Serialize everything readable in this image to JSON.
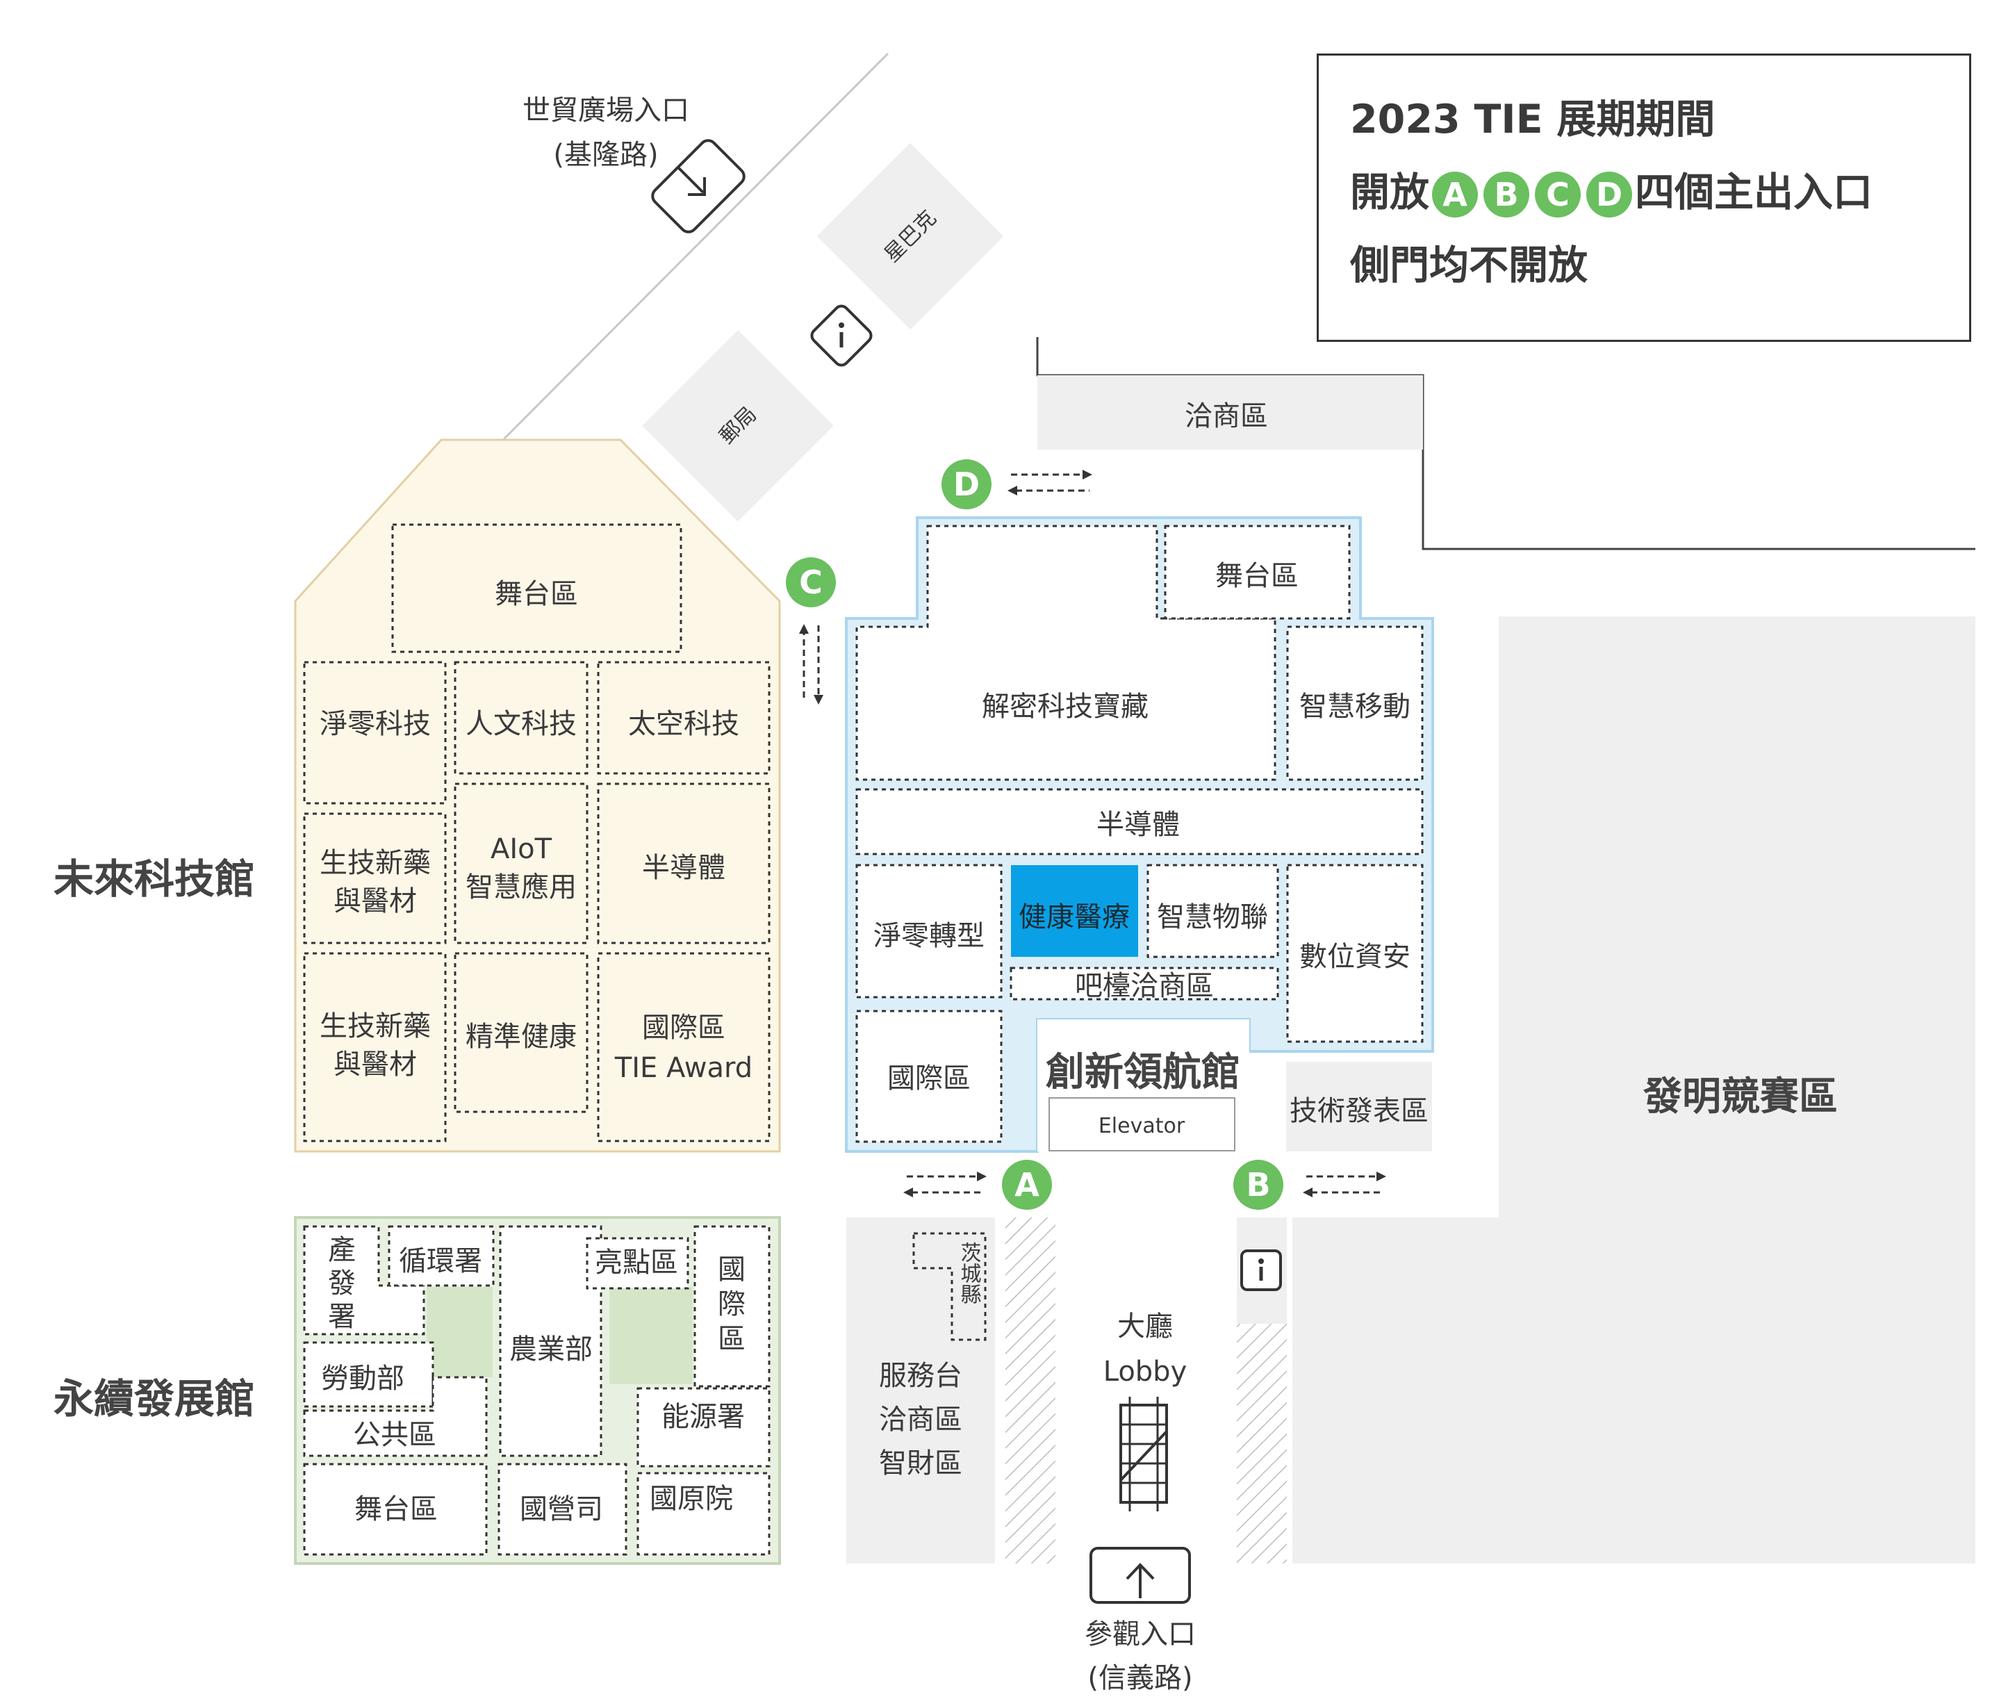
{
  "notice": {
    "line1": "2023 TIE 展期期間",
    "line2_prefix": "開放",
    "gates": [
      "A",
      "B",
      "C",
      "D"
    ],
    "line2_suffix": "四個主出入口",
    "line3": "側門均不開放"
  },
  "entrances": {
    "wtc_line1": "世貿廣場入口",
    "wtc_line2": "(基隆路)",
    "visitor_line1": "參觀入口",
    "visitor_line2": "(信義路)"
  },
  "landmarks": {
    "starbucks": "星巴克",
    "post_office": "郵局",
    "business_top": "洽商區",
    "lobby_zh": "大廳",
    "lobby_en": "Lobby",
    "services": [
      "服務台",
      "洽商區",
      "智財區"
    ],
    "county": "茨城縣",
    "elevator": "Elevator",
    "tech_forum": "技術發表區",
    "invention": "發明競賽區"
  },
  "gates": {
    "a": "A",
    "b": "B",
    "c": "C",
    "d": "D"
  },
  "halls": {
    "future": {
      "name": "未來科技館",
      "stage": "舞台區",
      "net_zero": "淨零科技",
      "humanities": "人文科技",
      "space": "太空科技",
      "biotech1_l1": "生技新藥",
      "biotech1_l2": "與醫材",
      "aiot_l1": "AIoT",
      "aiot_l2": "智慧應用",
      "semi": "半導體",
      "biotech2_l1": "生技新藥",
      "biotech2_l2": "與醫材",
      "precision": "精準健康",
      "intl_l1": "國際區",
      "intl_l2": "TIE Award"
    },
    "innovation": {
      "name": "創新領航館",
      "stage": "舞台區",
      "decrypt": "解密科技寶藏",
      "mobility": "智慧移動",
      "semi": "半導體",
      "net_zero": "淨零轉型",
      "health": "健康醫療",
      "iot": "智慧物聯",
      "bar": "吧檯洽商區",
      "security": "數位資安",
      "intl": "國際區"
    },
    "sustain": {
      "name": "永續發展館",
      "ido": [
        "產",
        "發",
        "署"
      ],
      "circular": "循環署",
      "highlight": "亮點區",
      "intl": [
        "國",
        "際",
        "區"
      ],
      "agri": "農業部",
      "labor": "勞動部",
      "public": "公共區",
      "energy": "能源署",
      "stage": "舞台區",
      "soe": "國營司",
      "indig": "國原院"
    }
  },
  "colors": {
    "future_fill": "#fdf7e8",
    "future_stroke": "#e3cfa4",
    "innovation_fill": "#dceef8",
    "innovation_stroke": "#a9d5ee",
    "sustain_fill": "#e8f1e1",
    "sustain_stroke": "#c4d6b6",
    "sustain_dark": "#d5e6c8",
    "gate_green": "#6abf5f",
    "highlight_blue": "#0aa0e6",
    "gray_area": "#efefef"
  },
  "icons": [
    "info-icon",
    "entrance-arrow-icon",
    "escalator-icon"
  ]
}
